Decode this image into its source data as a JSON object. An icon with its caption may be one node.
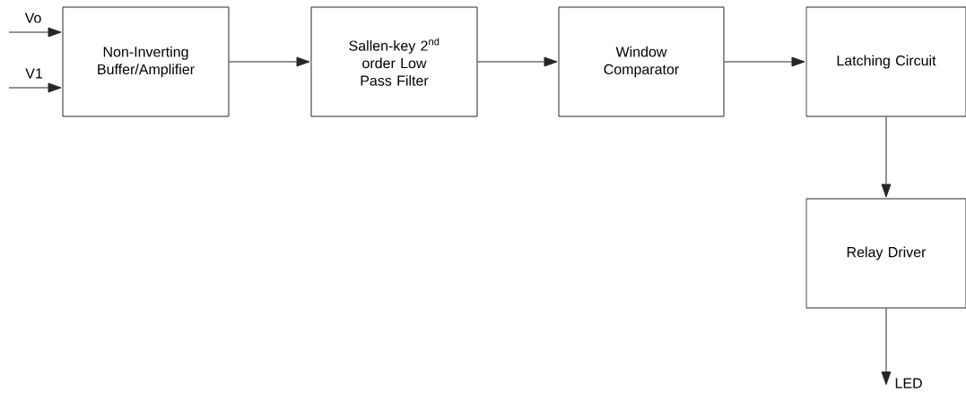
{
  "diagram": {
    "nodes": [
      {
        "text": [
          "Non-Inverting Buffer/Amplifier"
        ]
      },
      {
        "text": [
          "Sallen-key 2$^{nd}$ order Low Pass Filter"
        ]
      },
      {
        "text": [
          "Window Comparator"
        ]
      },
      {
        "text": [
          "Latching Circuit"
        ]
      },
      {
        "text": [
          "Relay Driver"
        ]
      },
      {
        "text": [
          "LED"
        ]
      }
    ],
    "edges": [
      {
        "from": null,
        "to": 0,
        "arrow": "to",
        "label": "Vo"
      },
      {
        "from": null,
        "to": 0,
        "arrow": "to",
        "label": "V1"
      },
      {
        "from": 0,
        "to": 1,
        "arrow": "to"
      },
      {
        "from": 1,
        "to": 2,
        "arrow": "to"
      },
      {
        "from": 2,
        "to": 3,
        "arrow": "to"
      },
      {
        "from": 3,
        "to": 4,
        "arrow": "to"
      },
      {
        "from": 4,
        "to": 5,
        "arrow": "to"
      }
    ]
  }
}
